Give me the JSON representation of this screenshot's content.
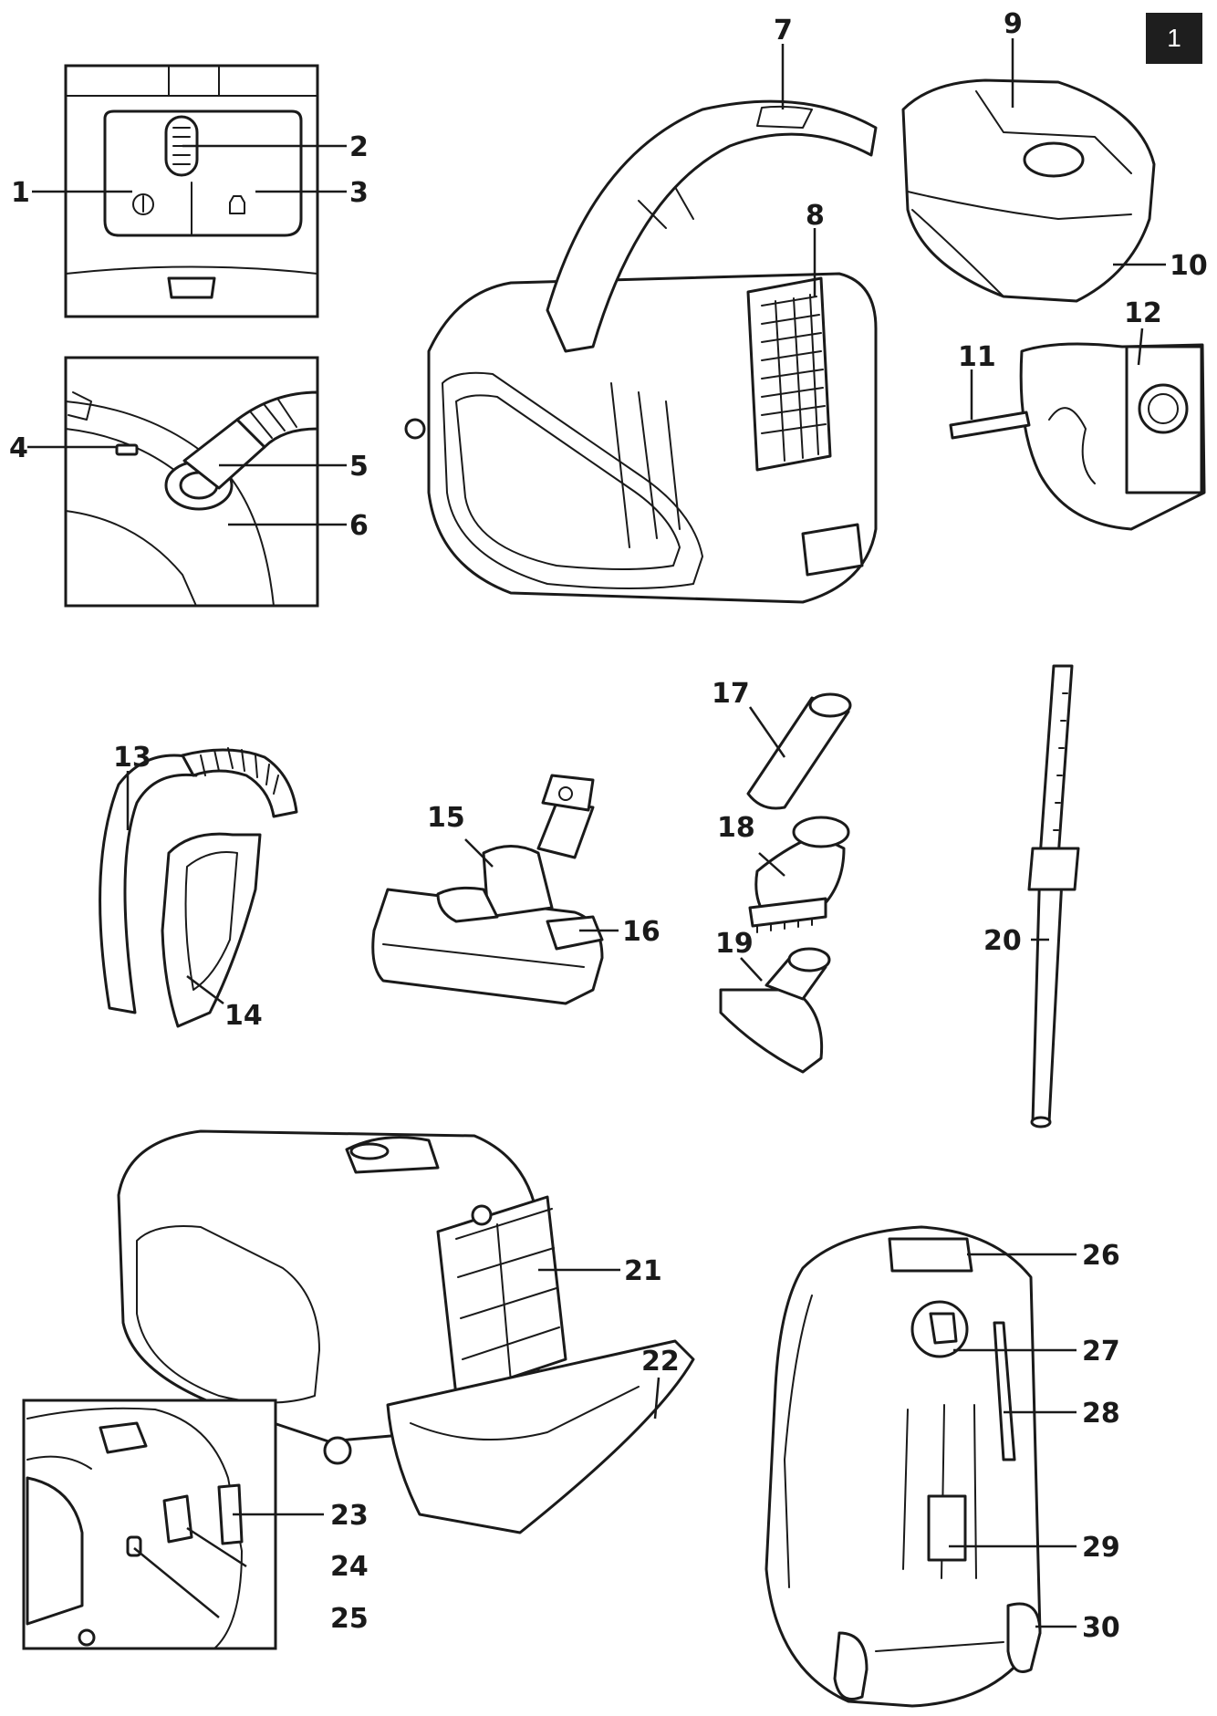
{
  "page_badge": "1",
  "labels": [
    "1",
    "2",
    "3",
    "4",
    "5",
    "6",
    "7",
    "8",
    "9",
    "10",
    "11",
    "12",
    "13",
    "14",
    "15",
    "16",
    "17",
    "18",
    "19",
    "20",
    "21",
    "22",
    "23",
    "24",
    "25",
    "26",
    "27",
    "28",
    "29",
    "30"
  ]
}
